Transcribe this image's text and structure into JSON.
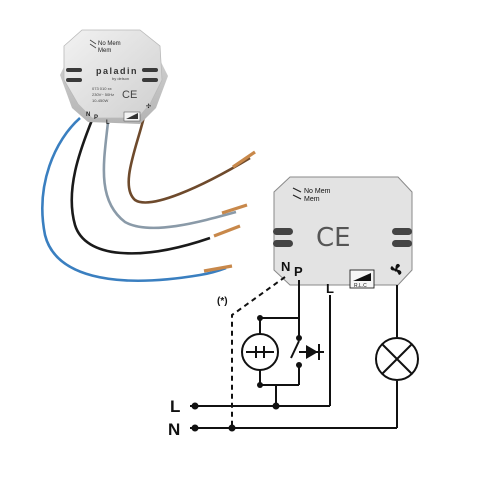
{
  "product": {
    "brand": "paladin",
    "brand_sub": "by delson",
    "model": "073 010 xx",
    "rating": "230V~ 50Hz",
    "power": "10-450W",
    "switch_label_1": "No Mem",
    "switch_label_2": "Mem",
    "term_n": "N",
    "term_p": "P",
    "term_l": "L",
    "ce": "CE",
    "rlc": "R.L.C"
  },
  "diagram": {
    "switch_label_1": "No Mem",
    "switch_label_2": "Mem",
    "ce": "CE",
    "term_n": "N",
    "term_p": "P",
    "term_l": "L",
    "rlc": "R.L.C",
    "optional_mark": "(*)",
    "supply_l": "L",
    "supply_n": "N"
  },
  "colors": {
    "wire_blue": "#3a7fc0",
    "wire_black": "#1a1a1a",
    "wire_grey": "#8a9aa8",
    "wire_brown": "#6e4a2c",
    "copper": "#c8884a",
    "module_body": "#e4e4e4",
    "diagram_body": "#e3e3e3",
    "line": "#111111"
  },
  "icons": [
    "dimmer-ramp-icon",
    "fan-icon",
    "lamp-icon",
    "pushbutton-icon",
    "diode-icon"
  ]
}
